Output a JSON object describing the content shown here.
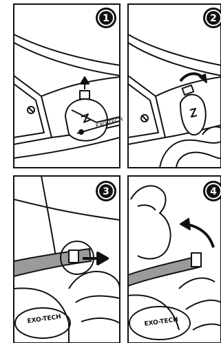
{
  "steps": [
    {
      "number": "1",
      "logo_text": "EXO-TECH"
    },
    {
      "number": "2"
    },
    {
      "number": "3",
      "logo_text": "EXO-TECH"
    },
    {
      "number": "4",
      "logo_text": "EXO-TECH"
    }
  ],
  "colors": {
    "line": "#111111",
    "paper": "#ffffff",
    "strap": "#9a9a9a",
    "badge": "#111111"
  }
}
